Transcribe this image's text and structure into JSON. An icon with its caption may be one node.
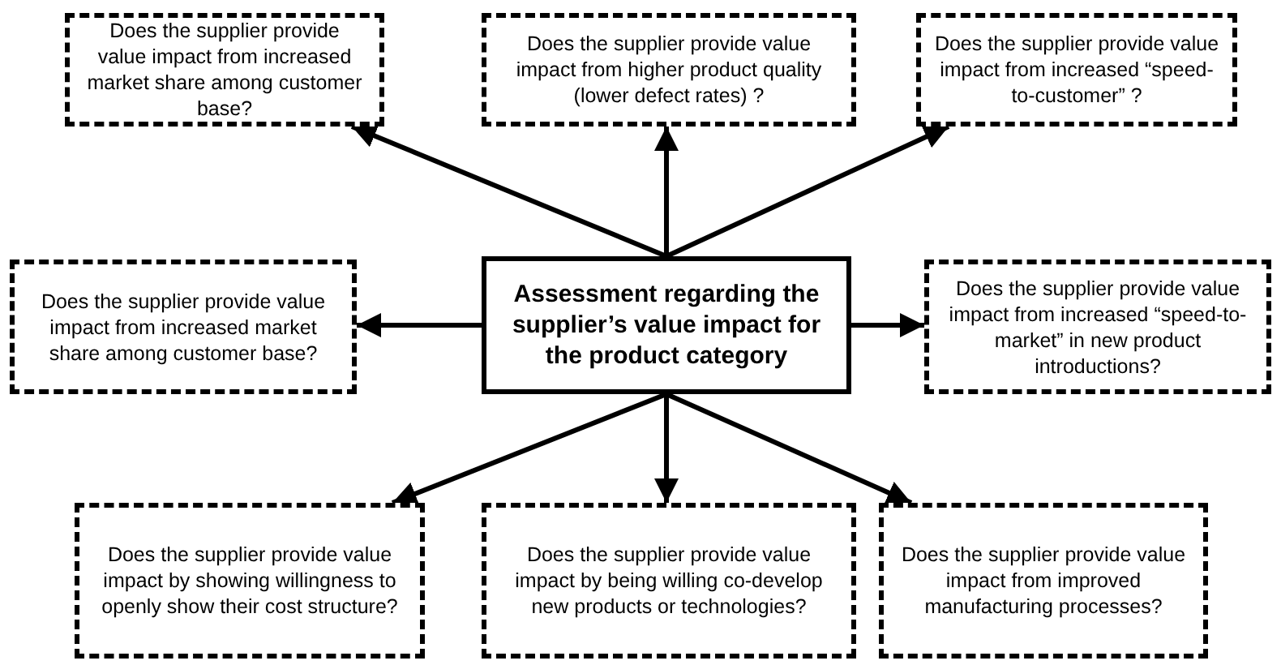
{
  "diagram": {
    "nodes": [
      {
        "text": [
          "Assessment regarding the supplier’s value impact for the product category"
        ]
      },
      {
        "text": [
          "Does the supplier provide value impact from increased market share among customer base?"
        ]
      },
      {
        "text": [
          "Does the supplier provide value impact from higher product quality (lower defect rates) ?"
        ]
      },
      {
        "text": [
          "Does the supplier provide value impact from increased “speed-to-customer” ?"
        ]
      },
      {
        "text": [
          "Does the supplier provide value impact from increased market share among customer base?"
        ]
      },
      {
        "text": [
          "Does the supplier provide value impact from increased “speed-to-market” in new product introductions?"
        ]
      },
      {
        "text": [
          "Does the supplier provide value impact by showing willingness to openly show their cost structure?"
        ]
      },
      {
        "text": [
          "Does the supplier provide value impact by being willing co-develop new products or technologies?"
        ]
      },
      {
        "text": [
          "Does the supplier provide value impact from improved manufacturing processes?"
        ]
      }
    ],
    "edges": [
      {
        "from": 0,
        "to": 1,
        "arrow": "to"
      },
      {
        "from": 0,
        "to": 2,
        "arrow": "to"
      },
      {
        "from": 0,
        "to": 3,
        "arrow": "to"
      },
      {
        "from": 0,
        "to": 4,
        "arrow": "to"
      },
      {
        "from": 0,
        "to": 5,
        "arrow": "to"
      },
      {
        "from": 0,
        "to": 6,
        "arrow": "to"
      },
      {
        "from": 0,
        "to": 7,
        "arrow": "to"
      },
      {
        "from": 0,
        "to": 8,
        "arrow": "to"
      }
    ]
  }
}
